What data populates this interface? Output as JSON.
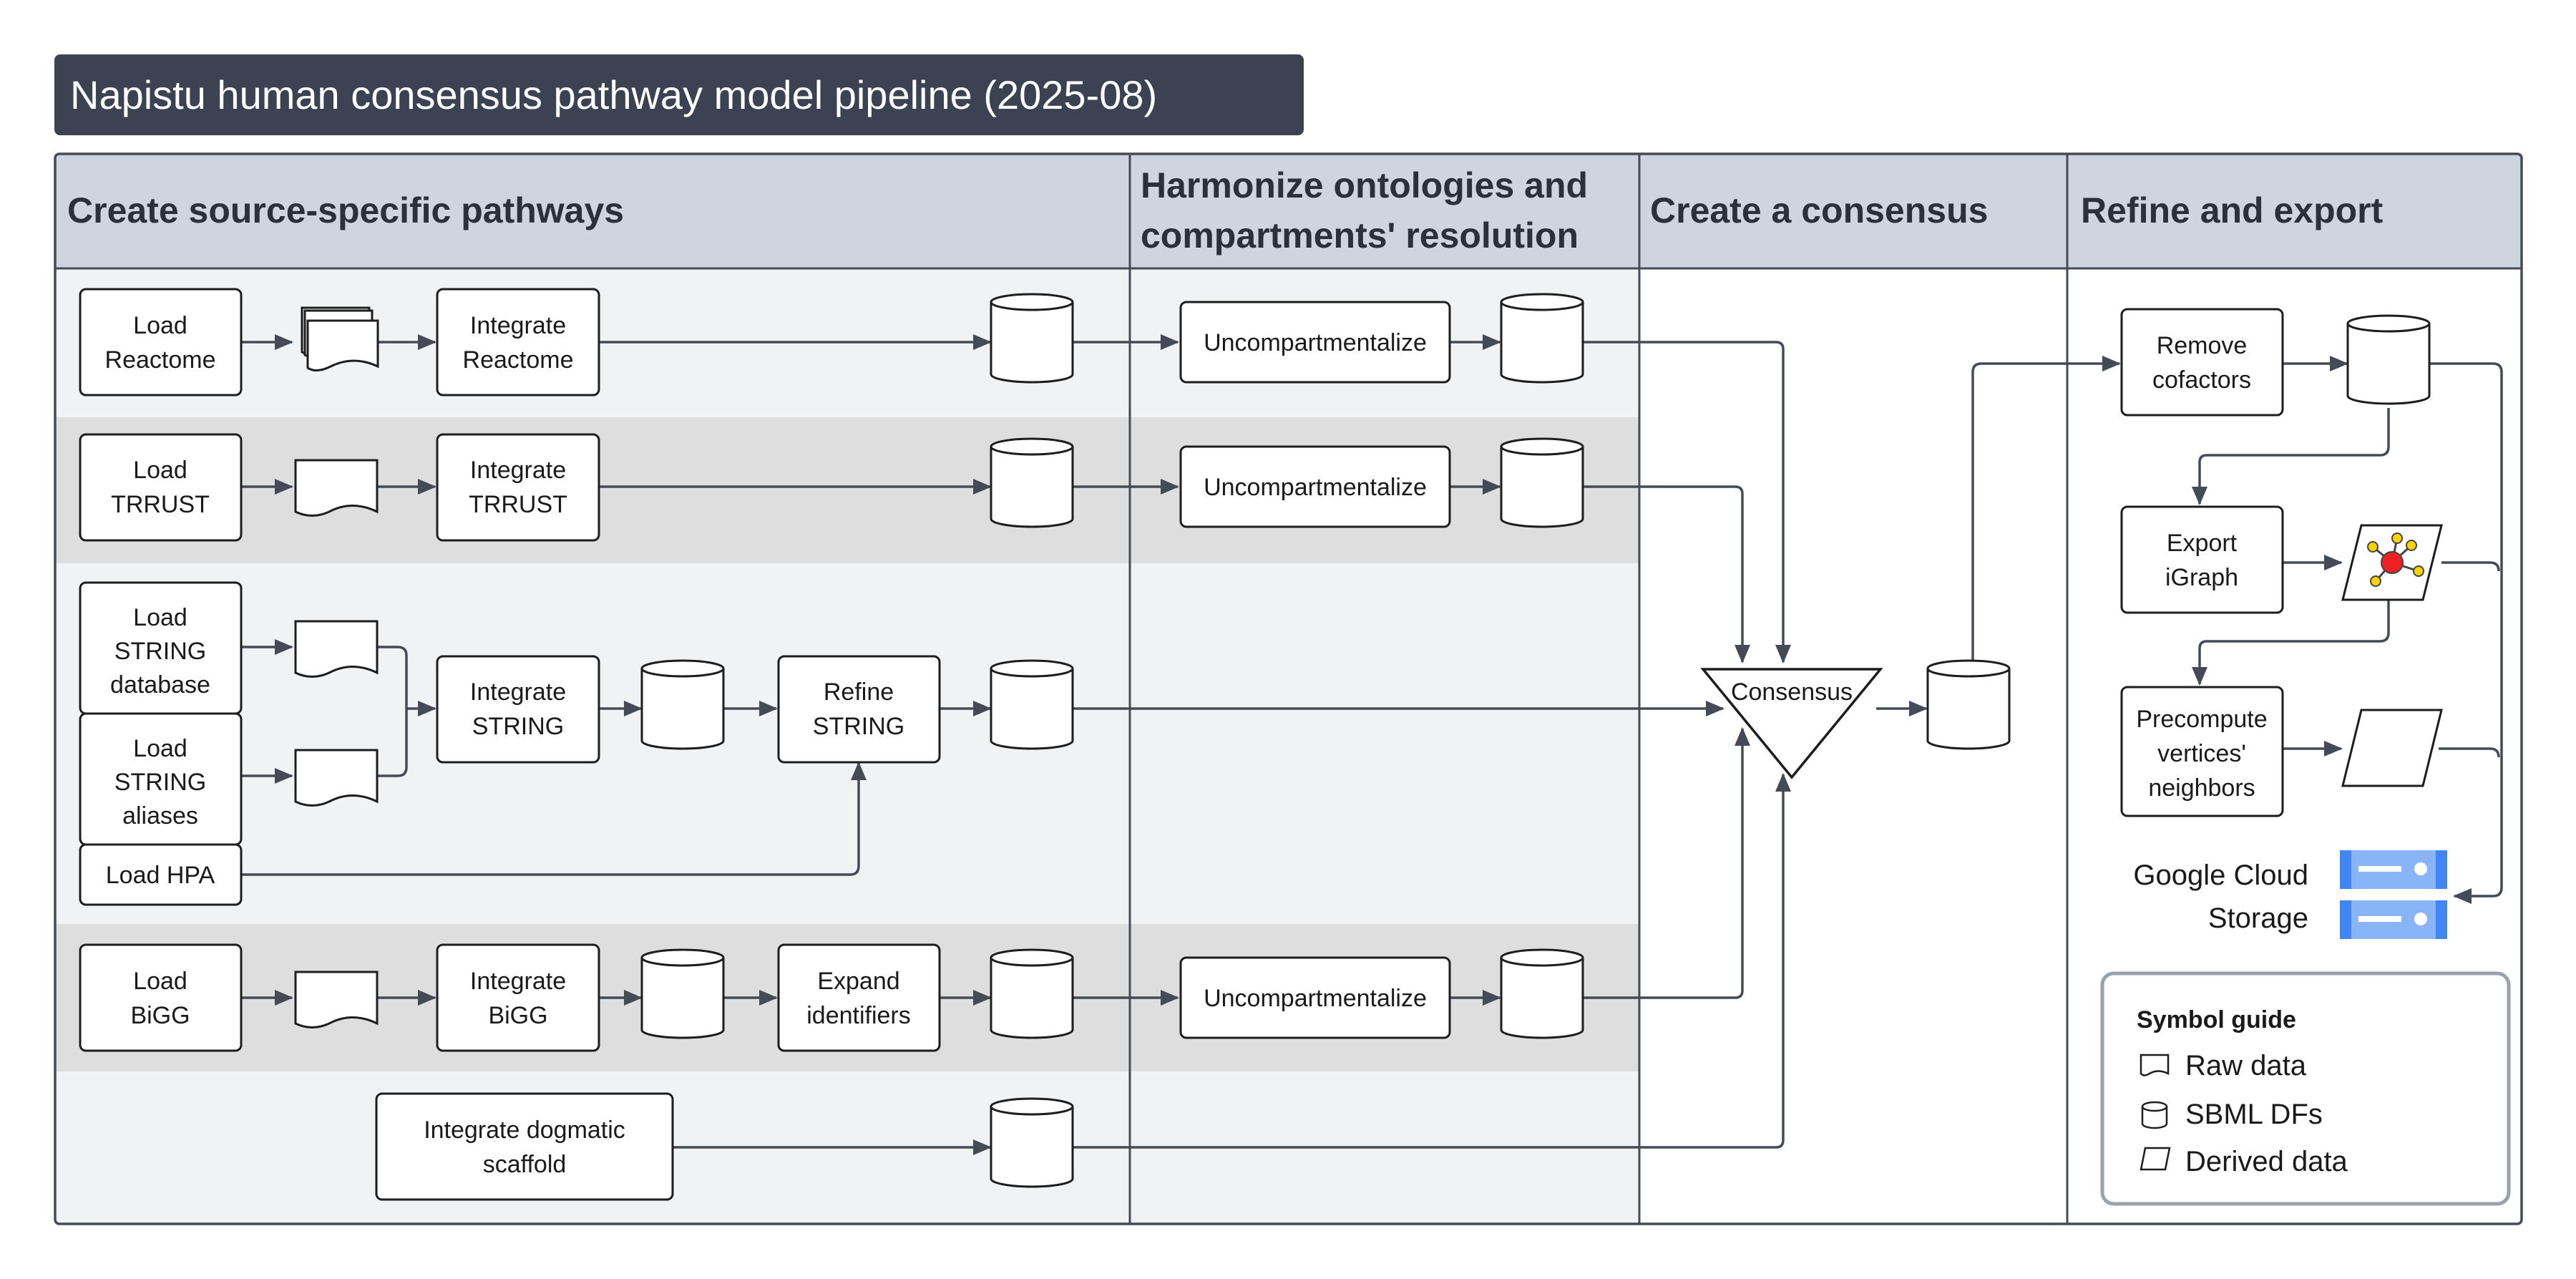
{
  "title": "Napistu human consensus pathway model pipeline (2025-08)",
  "lanes": [
    "Create source-specific pathways",
    "Harmonize ontologies and",
    "compartments' resolution",
    "Create a consensus",
    "Refine and export"
  ],
  "steps": {
    "load_reactome": [
      "Load",
      "Reactome"
    ],
    "integrate_reactome": [
      "Integrate",
      "Reactome"
    ],
    "load_trrust": [
      "Load",
      "TRRUST"
    ],
    "integrate_trrust": [
      "Integrate",
      "TRRUST"
    ],
    "load_string_db": [
      "Load",
      "STRING",
      "database"
    ],
    "load_string_aliases": [
      "Load",
      "STRING",
      "aliases"
    ],
    "load_hpa": [
      "Load HPA"
    ],
    "integrate_string": [
      "Integrate",
      "STRING"
    ],
    "refine_string": [
      "Refine",
      "STRING"
    ],
    "load_bigg": [
      "Load",
      "BiGG"
    ],
    "integrate_bigg": [
      "Integrate",
      "BiGG"
    ],
    "expand_identifiers": [
      "Expand",
      "identifiers"
    ],
    "integrate_dogmatic": [
      "Integrate dogmatic",
      "scaffold"
    ],
    "uncompartmentalize": "Uncompartmentalize",
    "consensus": "Consensus",
    "remove_cofactors": [
      "Remove",
      "cofactors"
    ],
    "export_igraph": [
      "Export",
      "iGraph"
    ],
    "precompute_neighbors": [
      "Precompute",
      "vertices'",
      "neighbors"
    ]
  },
  "storage": [
    "Google Cloud",
    "Storage"
  ],
  "legend": {
    "title": "Symbol guide",
    "items": [
      "Raw data",
      "SBML DFs",
      "Derived data"
    ]
  },
  "colors": {
    "title_bg": "#3b4252",
    "lane_header_bg": "#cfd5de",
    "band_light": "#f1f2f4",
    "band_dark": "#dedede",
    "arrow": "#444b57",
    "network_node": "#ee2222",
    "network_satellite": "#ffd300",
    "storage_blue": "#8ab4f8"
  }
}
